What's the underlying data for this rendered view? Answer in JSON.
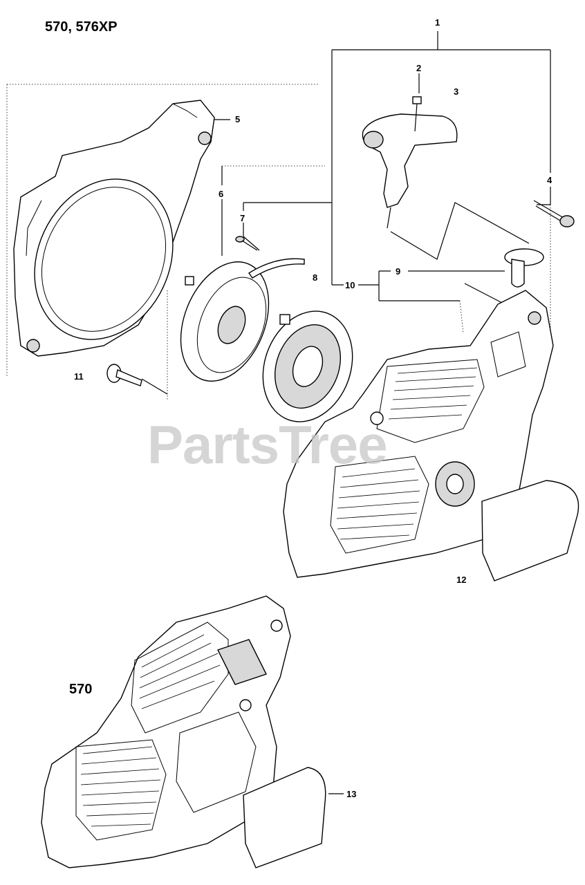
{
  "diagram": {
    "model_heading": "570, 576XP",
    "variant_label": "570",
    "watermark": "PartsTree",
    "callouts": {
      "c1": "1",
      "c2": "2",
      "c3": "3",
      "c4": "4",
      "c5": "5",
      "c6": "6",
      "c7": "7",
      "c8": "8",
      "c9": "9",
      "c10": "10",
      "c11": "11",
      "c12": "12",
      "c13": "13"
    }
  }
}
